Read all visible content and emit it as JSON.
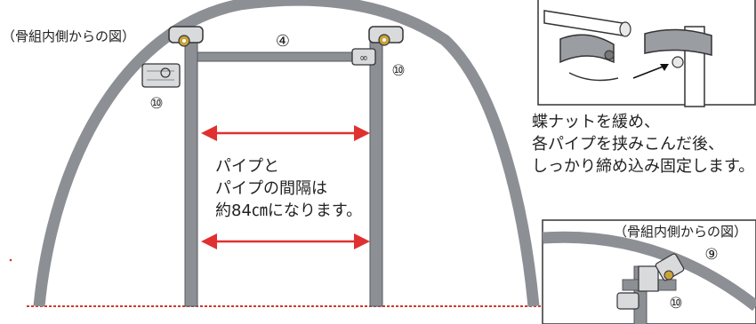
{
  "view_label_left": "（骨組内側からの図）",
  "view_label_right": "（骨組内側からの図）",
  "part_numbers": {
    "crossbar": "④",
    "clamp_left": "⑩",
    "clamp_right": "⑩",
    "corner_upper": "⑨",
    "corner_lower": "⑩"
  },
  "spacing_note": [
    "パイプと",
    "パイプの間隔は",
    "約84㎝になります。"
  ],
  "instruction": [
    "蝶ナットを緩め、",
    "各パイプを挟みこんだ後、",
    "しっかり締め込み固定します。"
  ],
  "colors": {
    "pipe": "#8c8f94",
    "pipe_dark": "#555a60",
    "arrow": "#e03030",
    "ground_line": "#d03a2a",
    "clamp": "#d9dadc",
    "wing_nut": "#c9a23a"
  }
}
